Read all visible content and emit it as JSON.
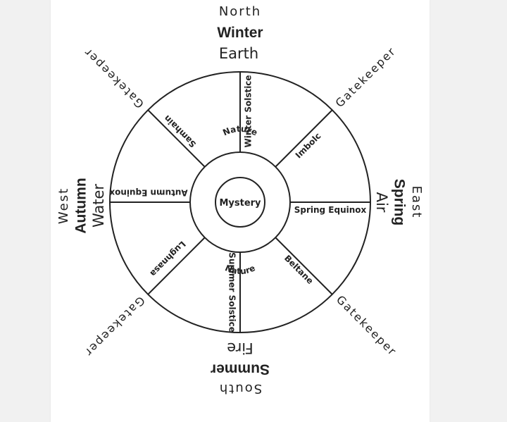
{
  "directions": {
    "north": {
      "direction": "North",
      "season": "Winter",
      "element": "Earth"
    },
    "east": {
      "direction": "East",
      "season": "Spring",
      "element": "Air"
    },
    "south": {
      "direction": "South",
      "season": "Summer",
      "element": "Fire"
    },
    "west": {
      "direction": "West",
      "season": "Autumn",
      "element": "Water"
    }
  },
  "gatekeepers": {
    "northeast": "Gatekeeper",
    "southeast": "Gatekeeper",
    "southwest": "Gatekeeper",
    "northwest": "Gatekeeper"
  },
  "sabbats": {
    "winter_solstice": "Winter Solstice",
    "imbolc": "Imbolc",
    "spring_equinox": "Spring Equinox",
    "beltane": "Beltane",
    "summer_solstice": "Summer Solstice",
    "lughnasa": "Lughnasa",
    "autumn_equinox": "Autumn Equinox",
    "samhain": "Samhain"
  },
  "inner_ring": {
    "top": "Nature",
    "bottom": "Nature"
  },
  "center": "Mystery"
}
